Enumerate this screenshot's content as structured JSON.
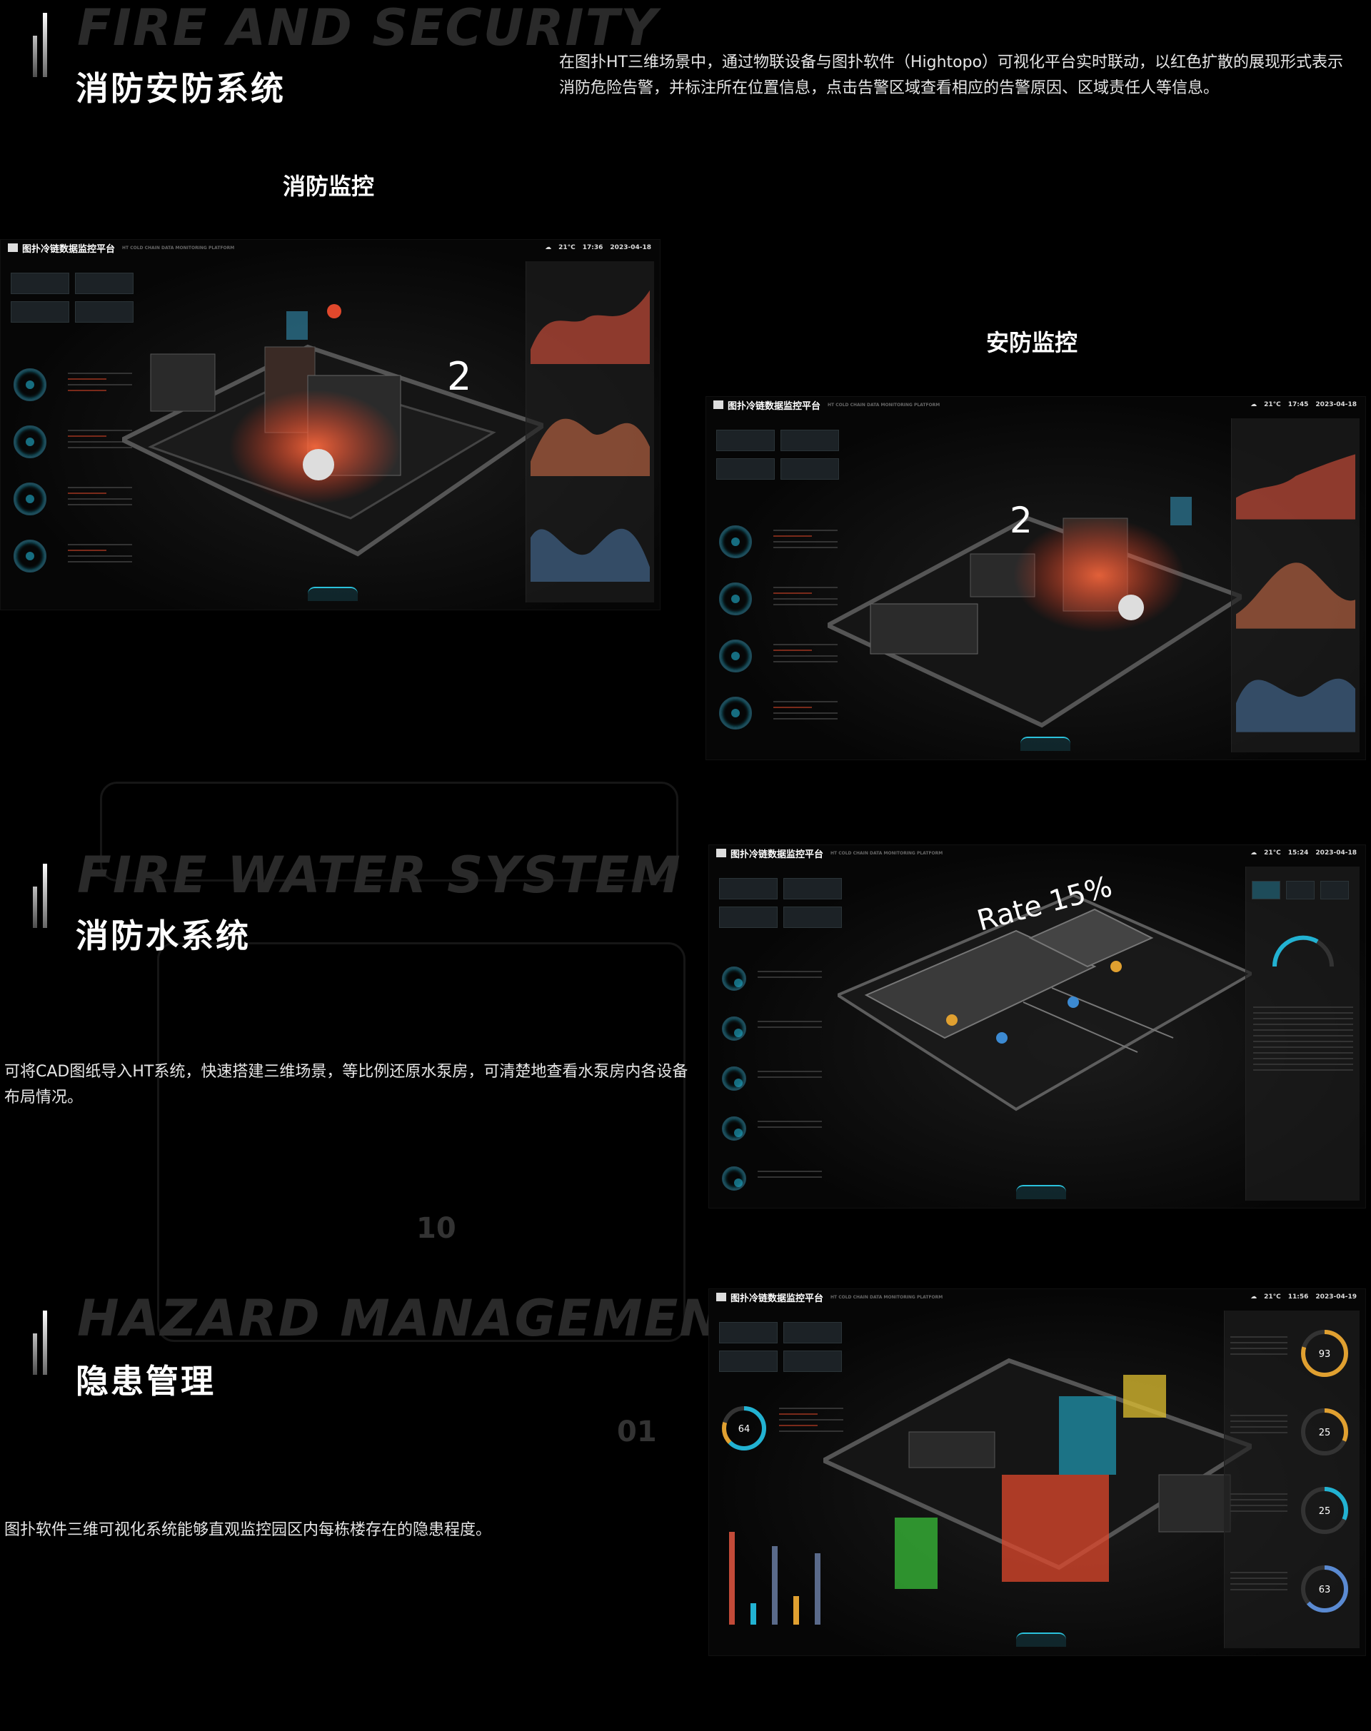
{
  "sections": [
    {
      "en": "FIRE AND SECURITY",
      "zh": "消防安防系统",
      "desc": "在图扑HT三维场景中，通过物联设备与图扑软件（Hightopo）可视化平台实时联动，以红色扩散的展现形式表示消防危险告警，并标注所在位置信息，点击告警区域查看相应的告警原因、区域责任人等信息。"
    },
    {
      "en": "FIRE WATER SYSTEM",
      "zh": "消防水系统",
      "desc": "可将CAD图纸导入HT系统，快速搭建三维场景，等比例还原水泵房，可清楚地查看水泵房内各设备布局情况。"
    },
    {
      "en": "HAZARD MANAGEMENT",
      "zh": "隐患管理",
      "desc": "图扑软件三维可视化系统能够直观监控园区内每栋楼存在的隐患程度。"
    }
  ],
  "subtitles": {
    "fire_monitor": "消防监控",
    "security_monitor": "安防监控"
  },
  "platform": {
    "title": "图扑冷链数据监控平台",
    "temperature": "21°C"
  },
  "screens": [
    {
      "time": "17:36",
      "date": "2023-04-18",
      "marker": "2"
    },
    {
      "time": "17:45",
      "date": "2023-04-18",
      "marker": "2"
    },
    {
      "time": "15:24",
      "date": "2023-04-18",
      "overlay": "Rate 15%"
    },
    {
      "time": "11:56",
      "date": "2023-04-19",
      "gauges": [
        "93",
        "25",
        "25",
        "63"
      ],
      "left_gauge": "64"
    }
  ],
  "ghost_numbers": [
    "10",
    "01"
  ],
  "colors": {
    "background": "#000000",
    "alarm_red": "#e0482c",
    "accent_cyan": "#22b2d2",
    "chart_fill": "#c24a38"
  }
}
